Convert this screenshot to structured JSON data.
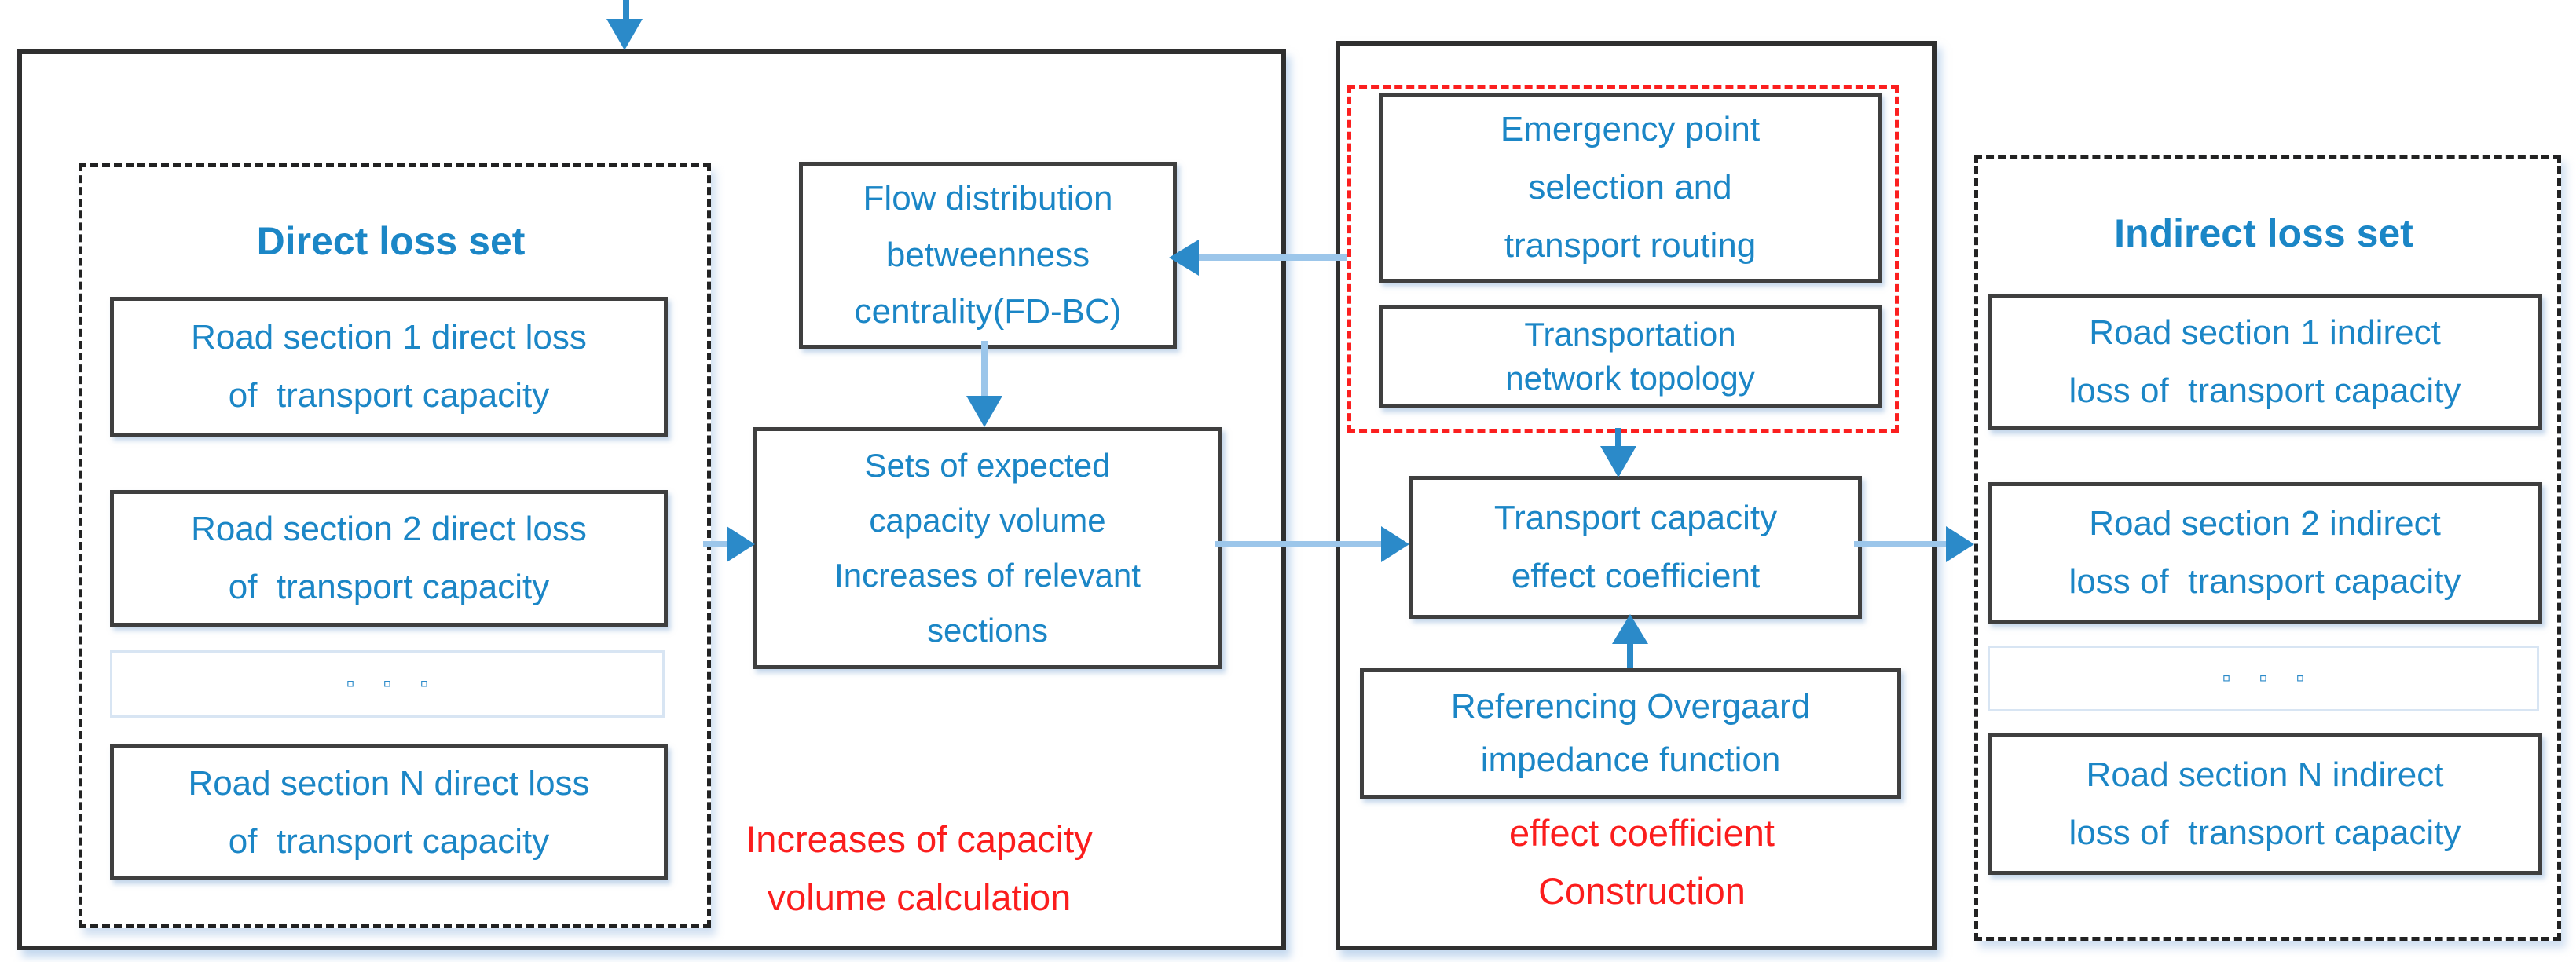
{
  "colors": {
    "text_blue": "#1b86c6",
    "text_red": "#fb1d1d",
    "arrow_line_light": "#9cc6ea",
    "arrow_head_dark": "#2b8ac9",
    "red_dash_border": "#fb1f1f",
    "black_border": "#2f2f2f"
  },
  "direct": {
    "title": "Direct loss set",
    "box1": [
      "Road section 1 direct loss",
      "of  transport capacity"
    ],
    "box2": [
      "Road section 2 direct loss",
      "of  transport capacity"
    ],
    "dots": "▫ ▫ ▫",
    "boxN": [
      "Road section N direct loss",
      "of  transport capacity"
    ]
  },
  "fdbc": [
    "Flow distribution",
    "betweenness",
    "centrality(FD-BC)"
  ],
  "sets": [
    "Sets of expected",
    "capacity volume",
    "Increases of relevant",
    "sections"
  ],
  "calc_caption": [
    "Increases of capacity",
    "volume calculation"
  ],
  "construction": {
    "emergency": [
      "Emergency point",
      "selection and",
      "transport routing"
    ],
    "topology": [
      "Transportation",
      "network topology"
    ],
    "coefficient": [
      "Transport capacity",
      "effect coefficient"
    ],
    "overgaard": [
      "Referencing Overgaard",
      "impedance function"
    ],
    "caption": [
      "effect coefficient",
      "Construction"
    ]
  },
  "indirect": {
    "title": "Indirect loss set",
    "box1": [
      "Road section 1 indirect",
      "loss of  transport capacity"
    ],
    "box2": [
      "Road section 2 indirect",
      "loss of  transport capacity"
    ],
    "dots": "▫ ▫ ▫",
    "boxN": [
      "Road section N indirect",
      "loss of  transport capacity"
    ]
  }
}
